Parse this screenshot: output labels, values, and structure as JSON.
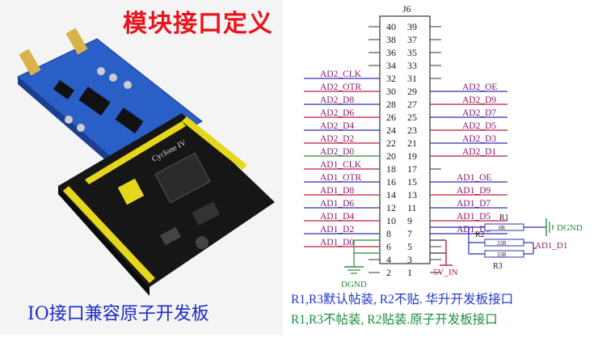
{
  "title": "模块接口定义",
  "caption_left": "IO接口兼容原子开发板",
  "connector": {
    "ref": "J6",
    "left_col": [
      "40",
      "38",
      "36",
      "34",
      "32",
      "30",
      "28",
      "26",
      "24",
      "22",
      "20",
      "18",
      "16",
      "14",
      "12",
      "10",
      "8",
      "6",
      "4",
      "2"
    ],
    "right_col": [
      "39",
      "37",
      "35",
      "33",
      "31",
      "29",
      "27",
      "25",
      "23",
      "21",
      "19",
      "17",
      "15",
      "13",
      "11",
      "9",
      "7",
      "5",
      "3",
      "1"
    ]
  },
  "left_signals": [
    {
      "label": "AD2_CLK",
      "pin": "32"
    },
    {
      "label": "AD2_OTR",
      "pin": "30"
    },
    {
      "label": "AD2_D8",
      "pin": "28"
    },
    {
      "label": "AD2_D6",
      "pin": "26"
    },
    {
      "label": "AD2_D4",
      "pin": "24"
    },
    {
      "label": "AD2_D2",
      "pin": "22"
    },
    {
      "label": "AD2_D0",
      "pin": "20"
    },
    {
      "label": "AD1_CLK",
      "pin": "18"
    },
    {
      "label": "AD1_OTR",
      "pin": "16"
    },
    {
      "label": "AD1_D8",
      "pin": "14"
    },
    {
      "label": "AD1_D6",
      "pin": "12"
    },
    {
      "label": "AD1_D4",
      "pin": "10"
    },
    {
      "label": "AD1_D2",
      "pin": "8"
    },
    {
      "label": "AD1_D0",
      "pin": "6"
    }
  ],
  "right_signals": [
    {
      "label": "AD2_OE",
      "pin": "29"
    },
    {
      "label": "AD2_D9",
      "pin": "27"
    },
    {
      "label": "AD2_D7",
      "pin": "25"
    },
    {
      "label": "AD2_D5",
      "pin": "23"
    },
    {
      "label": "AD2_D3",
      "pin": "21"
    },
    {
      "label": "AD2_D1",
      "pin": "19"
    },
    {
      "label": "AD1_OE",
      "pin": "15"
    },
    {
      "label": "AD1_D9",
      "pin": "13"
    },
    {
      "label": "AD1_D7",
      "pin": "11"
    },
    {
      "label": "AD1_D5",
      "pin": "9"
    },
    {
      "label": "AD1_D3",
      "pin": "7"
    }
  ],
  "power": {
    "dgnd_left": "DGND",
    "dgnd_right": "DGND",
    "vin": "5V_IN",
    "ad1_d1": "AD1_D1"
  },
  "resistors": [
    {
      "ref": "R1",
      "value": "0R"
    },
    {
      "ref": "R2",
      "value": "33R"
    },
    {
      "ref": "R3",
      "value": "33R"
    }
  ],
  "notes": {
    "line1": "R1,R3默认帖装, R2不贴. 华升开发板接口",
    "line2": "R1,R3不帖装, R2贴装.原子开发板接口"
  },
  "colors": {
    "title": "#e8141b",
    "caption": "#1c2cc7",
    "signal_text": "#8a1a6e",
    "pin_text": "#1a1a1a",
    "wire_blue": "#2e2fb0",
    "wire_red": "#c21b3a",
    "wire_green": "#2a8a3a",
    "board_blue": "#2a5fc8",
    "board_black": "#161616",
    "header_yellow": "#e6d61c"
  }
}
